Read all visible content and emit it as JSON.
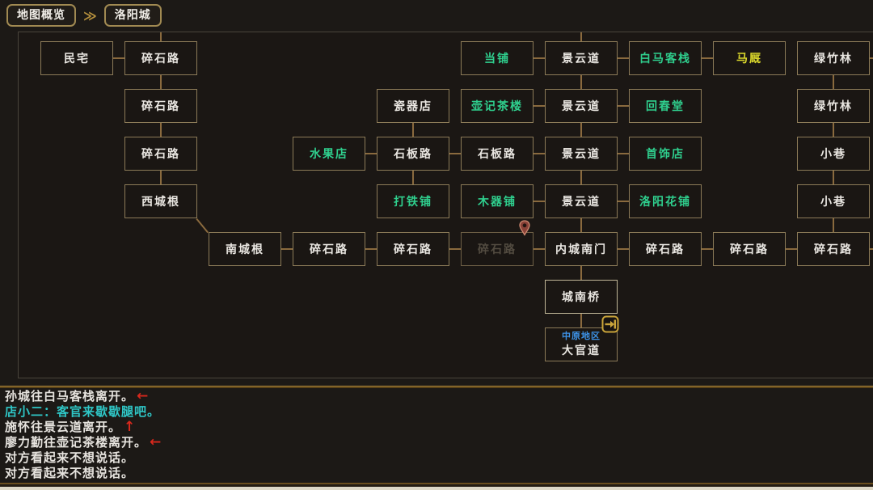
{
  "breadcrumb": {
    "overview_label": "地图概览",
    "separator": "≫",
    "current_label": "洛阳城"
  },
  "colors": {
    "accent_gold": "#a8843c",
    "node_border": "#8c7b58",
    "connector": "#8a6a3e",
    "road_text": "#e9e6e1",
    "shop_text": "#2fcf8e",
    "stable_text": "#dcd92c",
    "zone_text": "#3d93e8",
    "npc_speech": "#2fc6c6",
    "move_arrow": "#d8281c",
    "current_text": "#524b40"
  },
  "map": {
    "nodes": [
      {
        "col": 0,
        "row": 0,
        "label": "民宅",
        "color": "white"
      },
      {
        "col": 1,
        "row": 0,
        "label": "碎石路",
        "color": "white"
      },
      {
        "col": 5,
        "row": 0,
        "label": "当铺",
        "color": "green"
      },
      {
        "col": 6,
        "row": 0,
        "label": "景云道",
        "color": "white"
      },
      {
        "col": 7,
        "row": 0,
        "label": "白马客栈",
        "color": "green"
      },
      {
        "col": 8,
        "row": 0,
        "label": "马厩",
        "color": "yellow"
      },
      {
        "col": 9,
        "row": 0,
        "label": "绿竹林",
        "color": "white"
      },
      {
        "col": 1,
        "row": 1,
        "label": "碎石路",
        "color": "white"
      },
      {
        "col": 4,
        "row": 1,
        "label": "瓷器店",
        "color": "white"
      },
      {
        "col": 5,
        "row": 1,
        "label": "壶记茶楼",
        "color": "green"
      },
      {
        "col": 6,
        "row": 1,
        "label": "景云道",
        "color": "white"
      },
      {
        "col": 7,
        "row": 1,
        "label": "回春堂",
        "color": "green"
      },
      {
        "col": 9,
        "row": 1,
        "label": "绿竹林",
        "color": "white"
      },
      {
        "col": 1,
        "row": 2,
        "label": "碎石路",
        "color": "white"
      },
      {
        "col": 3,
        "row": 2,
        "label": "水果店",
        "color": "green"
      },
      {
        "col": 4,
        "row": 2,
        "label": "石板路",
        "color": "white"
      },
      {
        "col": 5,
        "row": 2,
        "label": "石板路",
        "color": "white"
      },
      {
        "col": 6,
        "row": 2,
        "label": "景云道",
        "color": "white"
      },
      {
        "col": 7,
        "row": 2,
        "label": "首饰店",
        "color": "green"
      },
      {
        "col": 9,
        "row": 2,
        "label": "小巷",
        "color": "white"
      },
      {
        "col": 1,
        "row": 3,
        "label": "西城根",
        "color": "white"
      },
      {
        "col": 4,
        "row": 3,
        "label": "打铁铺",
        "color": "green"
      },
      {
        "col": 5,
        "row": 3,
        "label": "木器铺",
        "color": "green"
      },
      {
        "col": 6,
        "row": 3,
        "label": "景云道",
        "color": "white"
      },
      {
        "col": 7,
        "row": 3,
        "label": "洛阳花铺",
        "color": "green"
      },
      {
        "col": 9,
        "row": 3,
        "label": "小巷",
        "color": "white"
      },
      {
        "col": 2,
        "row": 4,
        "label": "南城根",
        "color": "white"
      },
      {
        "col": 3,
        "row": 4,
        "label": "碎石路",
        "color": "white"
      },
      {
        "col": 4,
        "row": 4,
        "label": "碎石路",
        "color": "white"
      },
      {
        "col": 5,
        "row": 4,
        "label": "碎石路",
        "color": "current",
        "pin": true
      },
      {
        "col": 6,
        "row": 4,
        "label": "内城南门",
        "color": "white"
      },
      {
        "col": 7,
        "row": 4,
        "label": "碎石路",
        "color": "white"
      },
      {
        "col": 8,
        "row": 4,
        "label": "碎石路",
        "color": "white"
      },
      {
        "col": 9,
        "row": 4,
        "label": "碎石路",
        "color": "white"
      },
      {
        "col": 6,
        "row": 5,
        "label": "城南桥",
        "color": "white",
        "border": "bright"
      },
      {
        "col": 6,
        "row": 6,
        "label": "大官道",
        "color": "white",
        "sub": "中原地区",
        "exit_icon": true
      }
    ],
    "edges": {
      "horizontal": [
        [
          0,
          0
        ],
        [
          5,
          0
        ],
        [
          6,
          0
        ],
        [
          7,
          0
        ],
        [
          5,
          1
        ],
        [
          6,
          1
        ],
        [
          3,
          2
        ],
        [
          4,
          2
        ],
        [
          5,
          2
        ],
        [
          6,
          2
        ],
        [
          5,
          3
        ],
        [
          6,
          3
        ],
        [
          2,
          4
        ],
        [
          3,
          4
        ],
        [
          4,
          4
        ],
        [
          5,
          4
        ],
        [
          6,
          4
        ],
        [
          7,
          4
        ],
        [
          8,
          4
        ]
      ],
      "vertical": [
        [
          1,
          0
        ],
        [
          1,
          1
        ],
        [
          1,
          2
        ],
        [
          4,
          1
        ],
        [
          4,
          2
        ],
        [
          6,
          0
        ],
        [
          6,
          1
        ],
        [
          6,
          2
        ],
        [
          6,
          3
        ],
        [
          6,
          4
        ],
        [
          6,
          5
        ],
        [
          9,
          0
        ],
        [
          9,
          1
        ],
        [
          9,
          2
        ],
        [
          9,
          3
        ]
      ],
      "top_exits": [
        1,
        6
      ],
      "right_exits": [
        0,
        4
      ],
      "diagonal": [
        {
          "from": [
            1,
            3
          ],
          "to": [
            2,
            4
          ]
        }
      ]
    },
    "icons": {
      "current_location": "location-pin-icon",
      "zone_exit": "exit-arrow-icon"
    }
  },
  "log": {
    "arrow_glyphs": {
      "left": "←",
      "up": "↑"
    },
    "lines": [
      {
        "text": "孙城往白马客栈离开。",
        "color": "white",
        "arrow": "left"
      },
      {
        "text": "店小二：客官来歇歇腿吧。",
        "color": "cyan"
      },
      {
        "text": "施怀往景云道离开。",
        "color": "white",
        "arrow": "up"
      },
      {
        "text": "廖力勤往壶记茶楼离开。",
        "color": "white",
        "arrow": "left"
      },
      {
        "text": "对方看起来不想说话。",
        "color": "white"
      },
      {
        "text": "对方看起来不想说话。",
        "color": "white"
      }
    ]
  }
}
